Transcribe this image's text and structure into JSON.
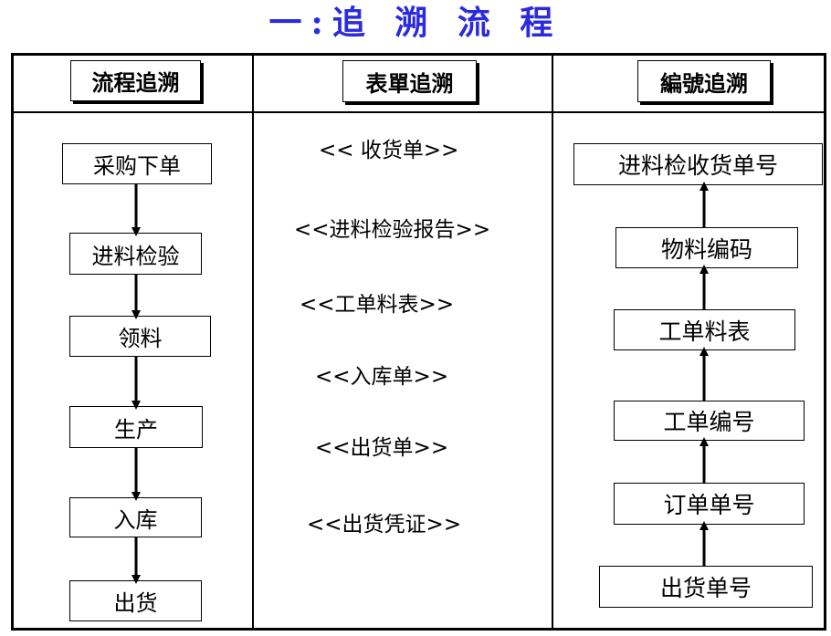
{
  "title": "一:追 溯 流 程",
  "columns": {
    "process": {
      "header": "流程追溯",
      "steps": [
        "采购下单",
        "进料检验",
        "领料",
        "生产",
        "入库",
        "出货"
      ]
    },
    "documents": {
      "header": "表單追溯",
      "items": [
        "<< 收货单>>",
        "<<进料检验报告>>",
        "<<工单料表>>",
        "<<入库单>>",
        "<<出货单>>",
        "<<出货凭证>>"
      ]
    },
    "numbering": {
      "header": "編號追溯",
      "steps": [
        "进料检收货单号",
        "物料编码",
        "工单料表",
        "工单编号",
        "订单单号",
        "出货单号"
      ]
    }
  }
}
